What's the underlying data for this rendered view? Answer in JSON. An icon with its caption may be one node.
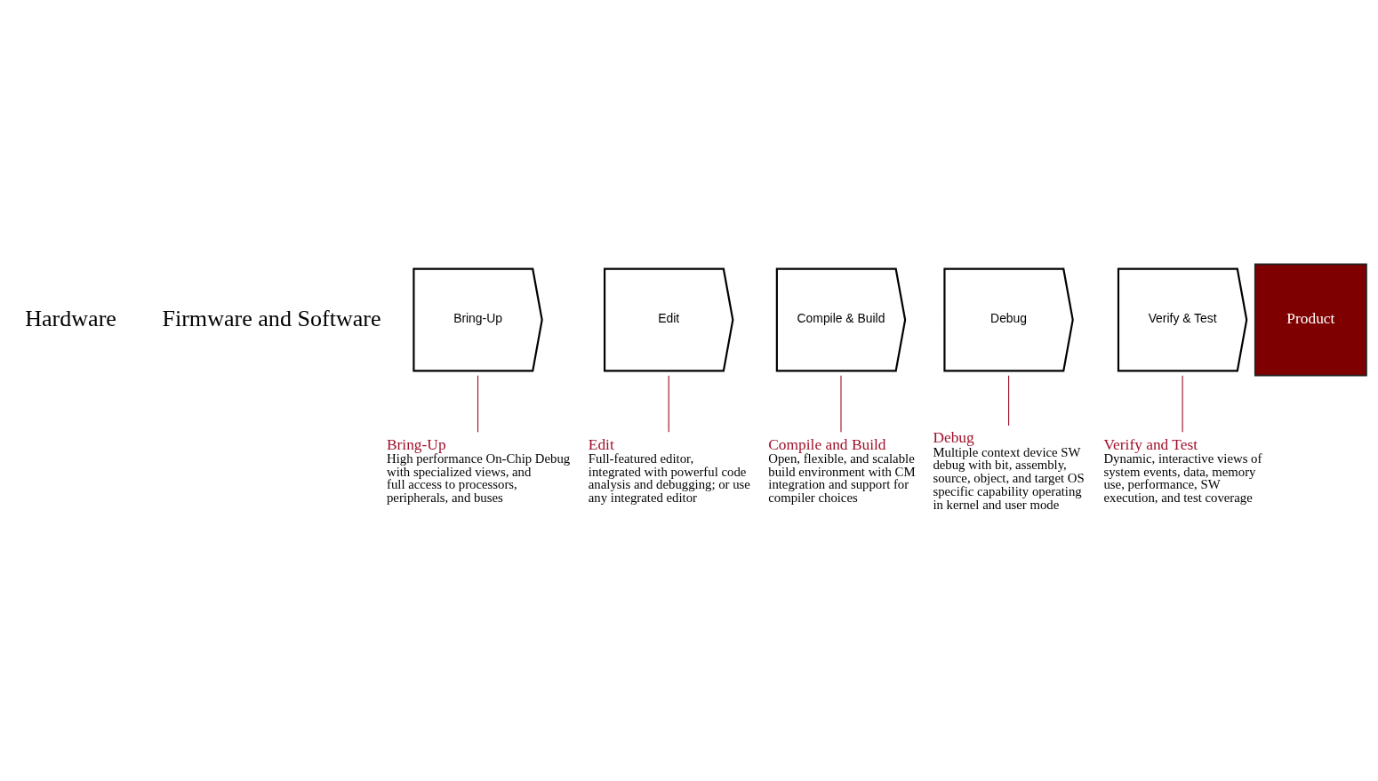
{
  "diagram": {
    "nodes": [
      {
        "text": [
          "Bring-Up"
        ]
      },
      {
        "text": [
          "Edit"
        ]
      },
      {
        "text": [
          "Compile & Build"
        ]
      },
      {
        "text": [
          "Debug"
        ]
      },
      {
        "text": [
          "Verify & Test"
        ]
      },
      {
        "text": [
          "Product"
        ]
      },
      {
        "text": [
          "Bring-Up",
          "High performance On-Chip Debug with specialized views, and full access to processors, peripherals, and buses"
        ]
      },
      {
        "text": [
          "Edit",
          "Full-featured editor, integrated with powerful code analysis and debugging; or use any integrated editor"
        ]
      },
      {
        "text": [
          "Compile and Build",
          "Open, flexible, and scalable build environment with CM integration and support for compiler choices"
        ]
      },
      {
        "text": [
          "Debug",
          "Multiple context device SW debug with bit, assembly, source, object, and target OS specific capability operating in kernel and user mode"
        ]
      },
      {
        "text": [
          "Verify and Test",
          "Dynamic, interactive views of system events, data, memory use, performance, SW execution, and test coverage"
        ]
      }
    ],
    "edges": [
      {
        "from": 0,
        "to": 6,
        "arrow": "none"
      },
      {
        "from": 1,
        "to": 7,
        "arrow": "none"
      },
      {
        "from": 2,
        "to": 8,
        "arrow": "none"
      },
      {
        "from": 3,
        "to": 9,
        "arrow": "none"
      },
      {
        "from": 4,
        "to": 10,
        "arrow": "none"
      }
    ],
    "labels": [
      "Hardware",
      "Firmware and Software"
    ]
  }
}
